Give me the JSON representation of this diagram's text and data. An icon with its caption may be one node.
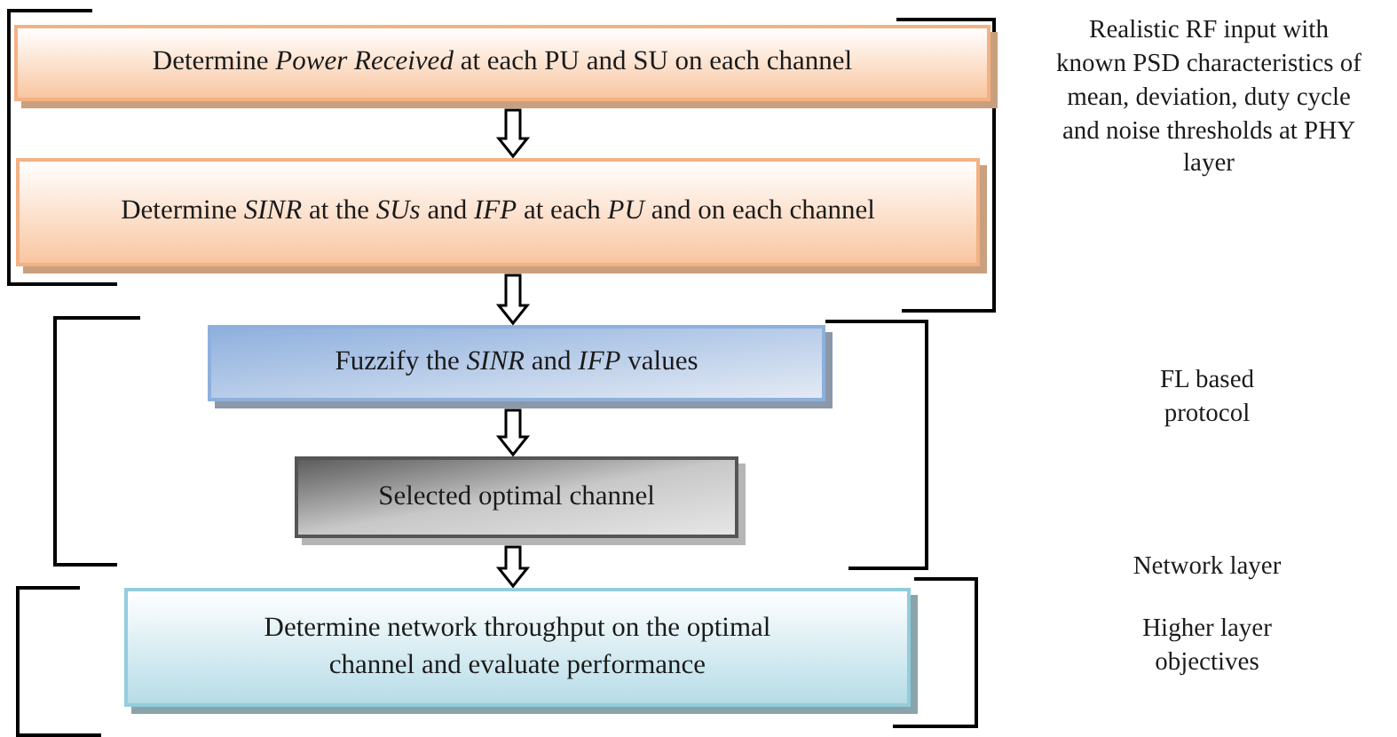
{
  "diagram": {
    "nodes": [
      {
        "text": [
          "Determine *Power Received* at each PU and SU on each channel"
        ]
      },
      {
        "text": [
          "Determine *SINR* at the *SUs* and *IFP* at each *PU* and on each channel"
        ]
      },
      {
        "text": [
          "Fuzzify the *SINR* and *IFP* values"
        ]
      },
      {
        "text": [
          "Selected optimal channel"
        ]
      },
      {
        "text": [
          "Determine network throughput on the optimal channel and evaluate performance"
        ]
      }
    ],
    "edges": [
      {
        "from": 0,
        "to": 1,
        "arrow": "to"
      },
      {
        "from": 1,
        "to": 2,
        "arrow": "to"
      },
      {
        "from": 2,
        "to": 3,
        "arrow": "to"
      },
      {
        "from": 3,
        "to": 4,
        "arrow": "to"
      }
    ],
    "labels": [
      "Realistic RF input with known PSD characteristics of mean, deviation, duty cycle and noise thresholds at PHY layer",
      "FL based protocol",
      "Network layer",
      "Higher layer objectives"
    ]
  }
}
